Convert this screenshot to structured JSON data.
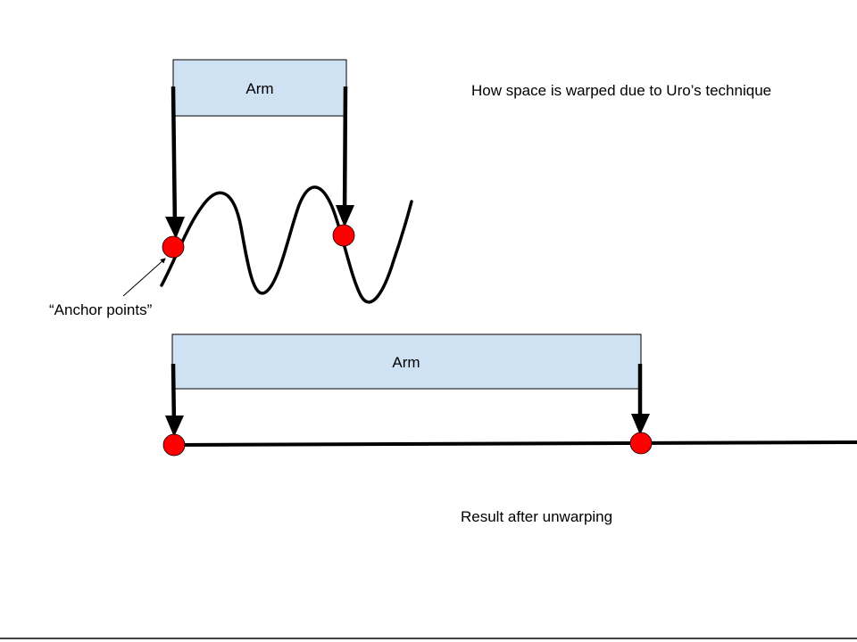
{
  "title": "How space is warped due to Uro’s technique",
  "result_label": "Result after unwarping",
  "anchor_label": "“Anchor points”",
  "warped_arm": {
    "label": "Arm"
  },
  "unwarped_arm": {
    "label": "Arm"
  },
  "colors": {
    "arm_fill": "#cfe2f3",
    "arm_stroke": "#000000",
    "anchor_point": "#ff0000",
    "line": "#000000"
  }
}
